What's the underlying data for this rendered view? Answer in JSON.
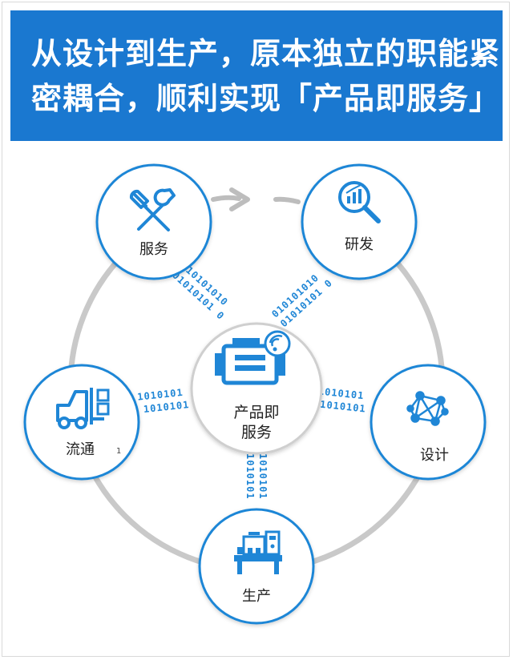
{
  "banner": {
    "line1": "从设计到生产，原本独立的职能紧",
    "line2": "密耦合，顺利实现「产品即服务」"
  },
  "nodes": {
    "service": {
      "label": "服务",
      "icon": "tools-icon"
    },
    "rnd": {
      "label": "研发",
      "icon": "magnifier-chart-icon"
    },
    "design": {
      "label": "设计",
      "icon": "network-nodes-icon"
    },
    "production": {
      "label": "生产",
      "icon": "factory-machine-icon"
    },
    "logistics": {
      "label": "流通",
      "icon": "forklift-icon",
      "mark": "1"
    }
  },
  "center": {
    "line1": "产品即",
    "line2": "服务",
    "icon": "connected-machine-icon"
  },
  "binary": {
    "service_a": "010101010",
    "service_b": "01010101 0",
    "rnd_a": "010101010",
    "rnd_b": "01010101 0",
    "logistics_a": "1010101",
    "logistics_b": "1010101",
    "design_a": "1010101",
    "design_b": "1010101",
    "production_a": "1010101",
    "production_b": "1010101"
  },
  "colors": {
    "accent": "#1a78d0",
    "icon_blue": "#1f86d6",
    "ring_gray": "#c9c9c9"
  }
}
